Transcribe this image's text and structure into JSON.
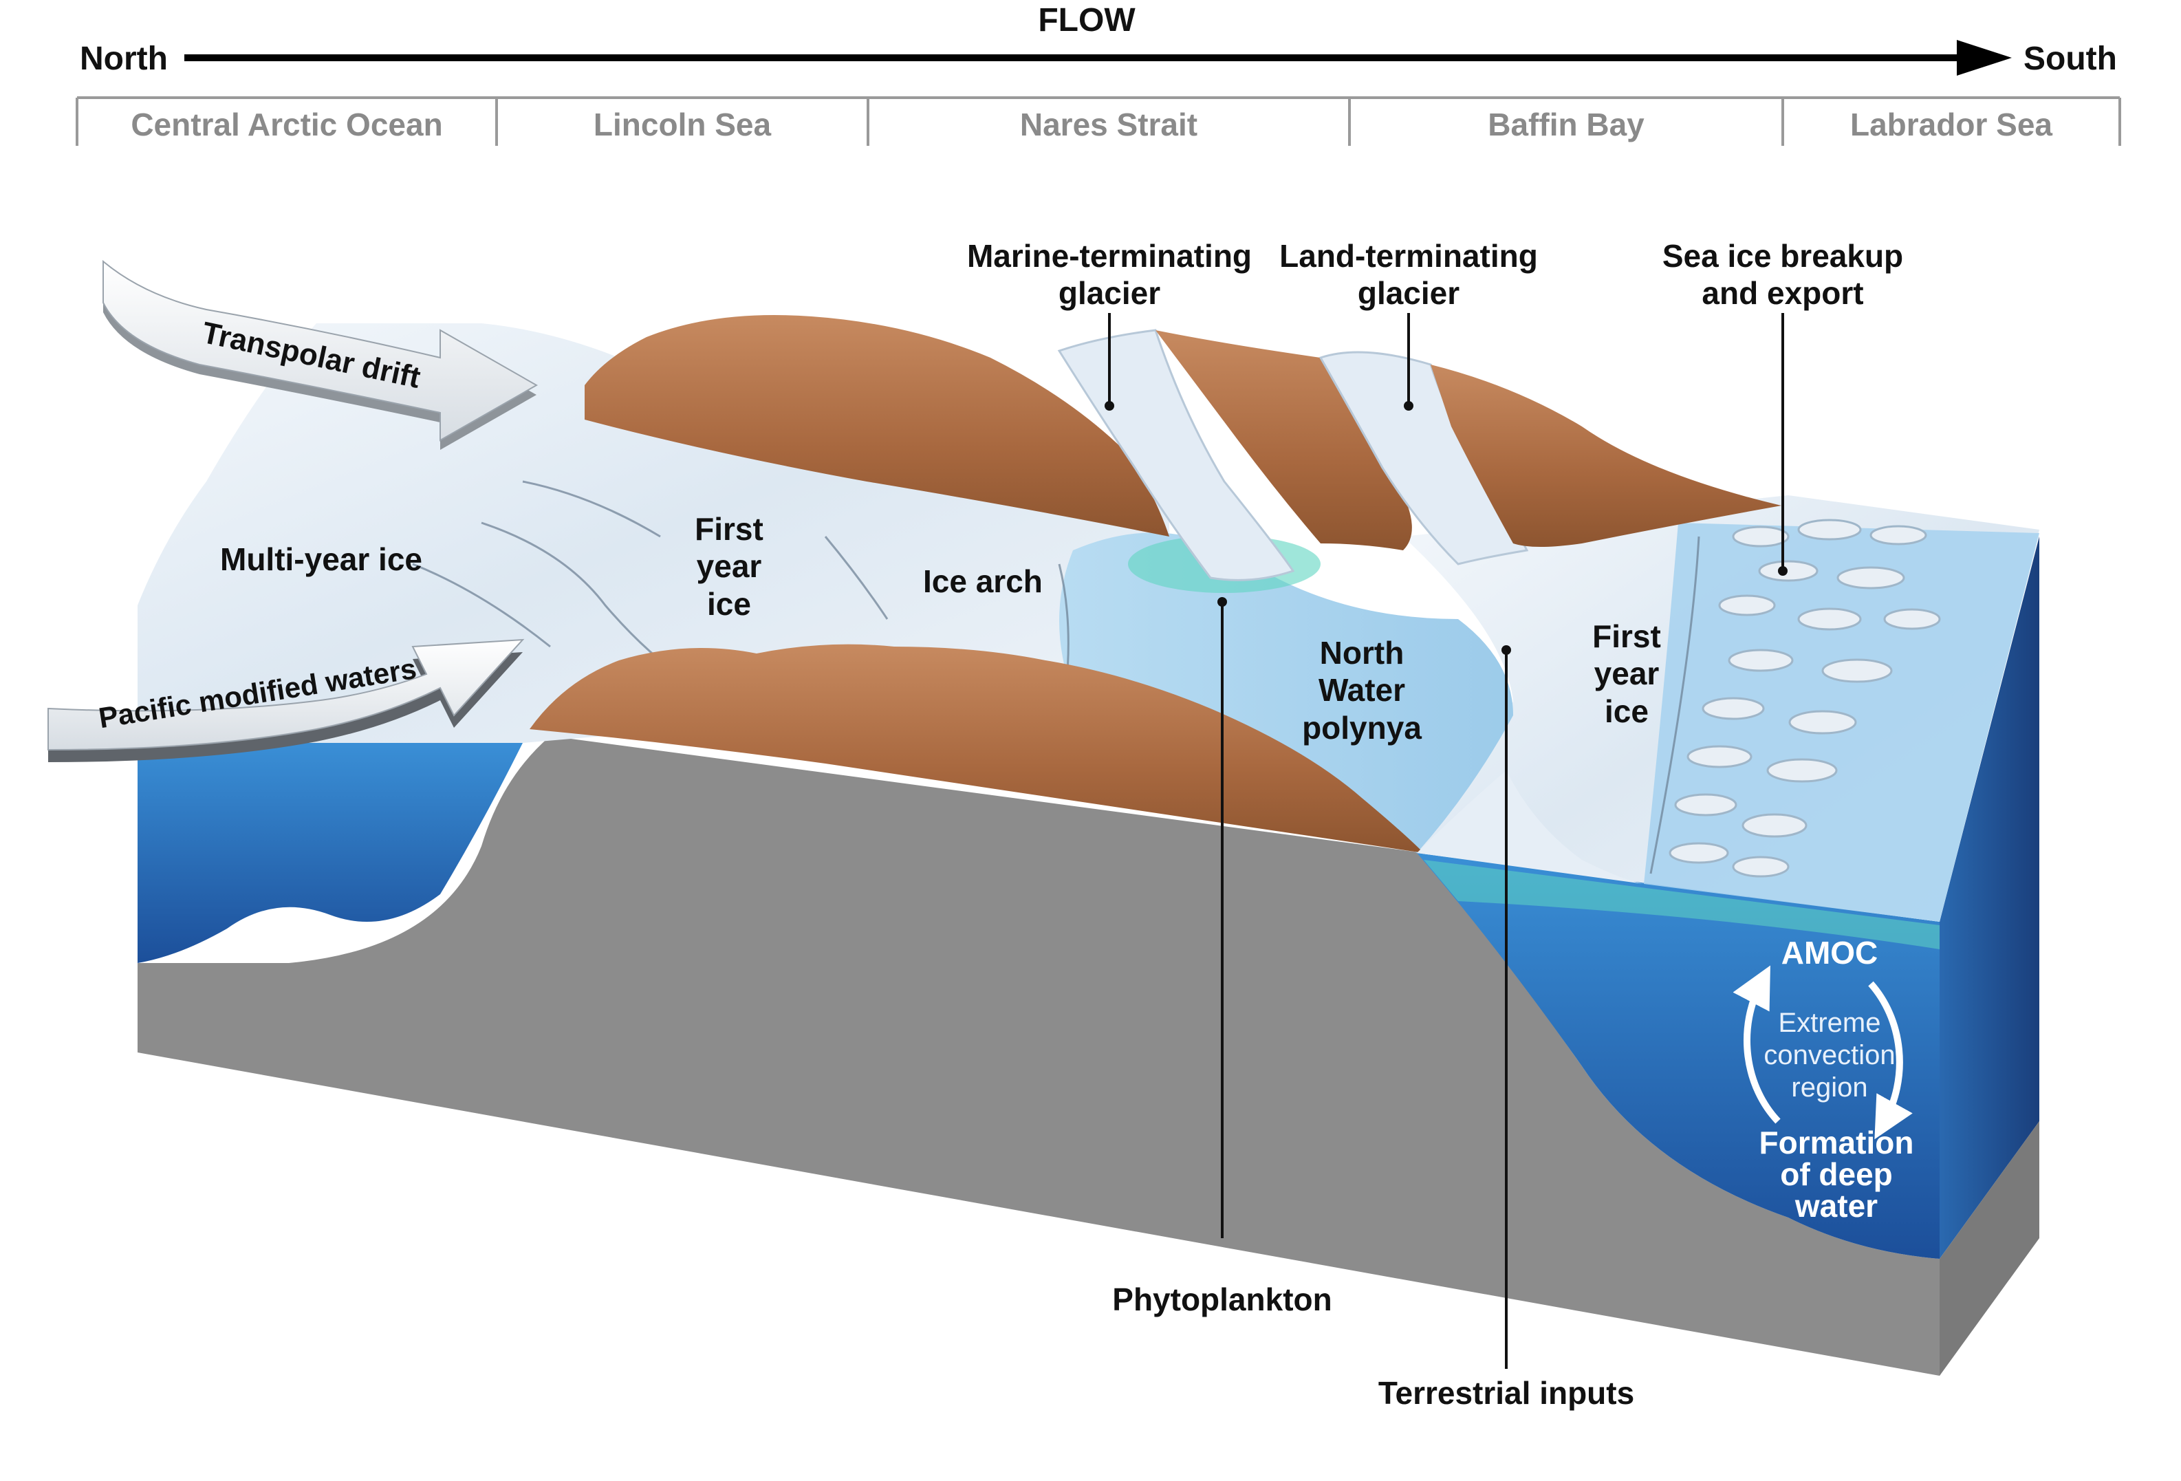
{
  "header": {
    "flow_label": "FLOW",
    "north_label": "North",
    "south_label": "South"
  },
  "regions": [
    {
      "label": "Central Arctic Ocean"
    },
    {
      "label": "Lincoln Sea"
    },
    {
      "label": "Nares Strait"
    },
    {
      "label": "Baffin Bay"
    },
    {
      "label": "Labrador Sea"
    }
  ],
  "arrows": {
    "transpolar": "Transpolar drift",
    "pacific": "Pacific modified waters"
  },
  "labels": {
    "multi_year_ice": "Multi-year ice",
    "first_year_ice_1": [
      "First",
      "year",
      "ice"
    ],
    "ice_arch": "Ice arch",
    "marine_glacier": [
      "Marine-terminating",
      "glacier"
    ],
    "land_glacier": [
      "Land-terminating",
      "glacier"
    ],
    "sea_ice_breakup": [
      "Sea ice breakup",
      "and export"
    ],
    "polynya": [
      "North",
      "Water",
      "polynya"
    ],
    "first_year_ice_2": [
      "First",
      "year",
      "ice"
    ],
    "phytoplankton": "Phytoplankton",
    "terrestrial": "Terrestrial inputs"
  },
  "amoc": {
    "title": "AMOC",
    "center": [
      "Extreme",
      "convection",
      "region"
    ],
    "bottom": [
      "Formation",
      "of deep",
      "water"
    ]
  },
  "colors": {
    "ocean_deep": "#1f5fae",
    "ocean_side": "#2a5f9f",
    "surface_water": "#a9d3ef",
    "ice": "#e6eef6",
    "rock": "#b0714a",
    "seafloor": "#8c8c8c",
    "phytoplankton": "#5fd6c2"
  }
}
